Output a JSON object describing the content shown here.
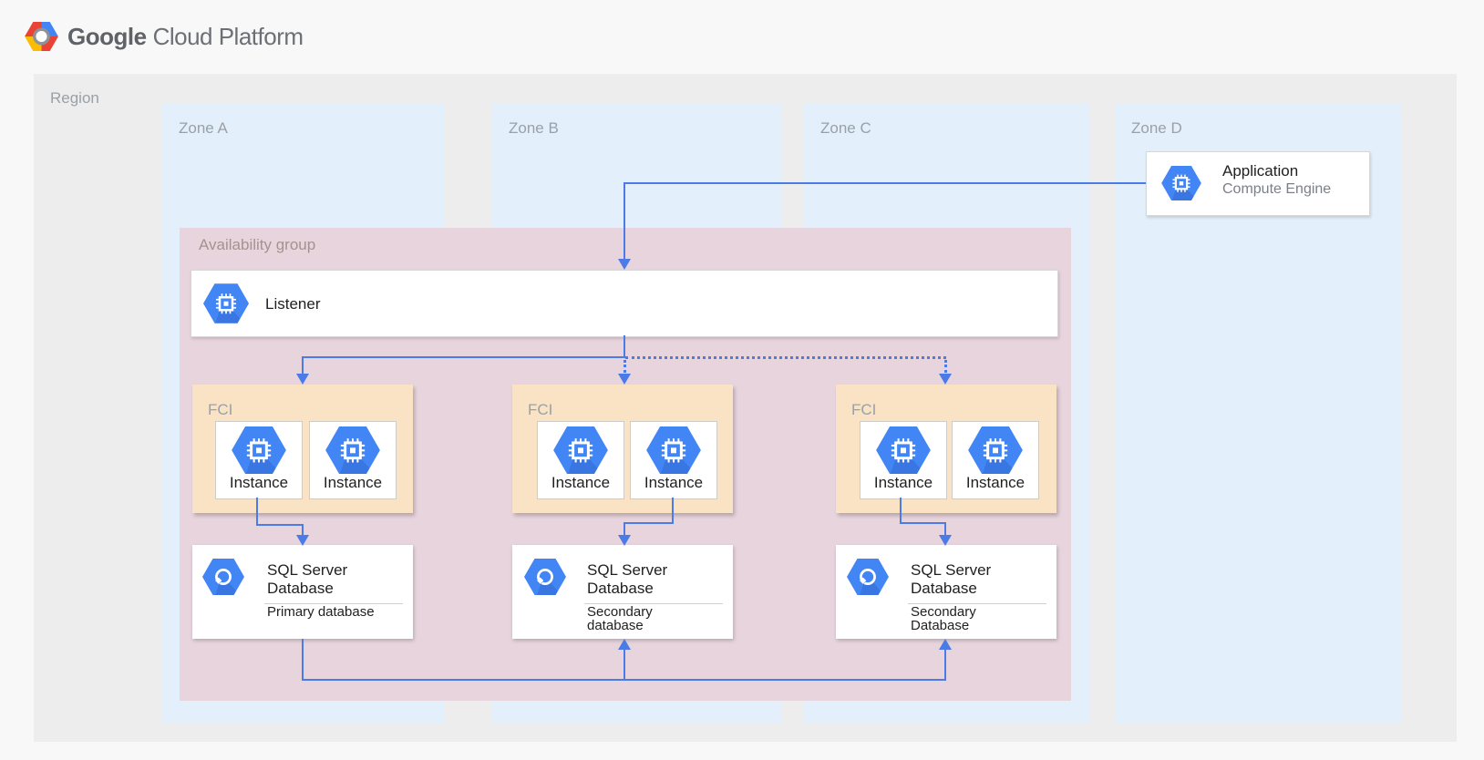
{
  "header": {
    "brand_primary": "Google",
    "brand_secondary": "Cloud Platform"
  },
  "region": {
    "label": "Region"
  },
  "zones": [
    {
      "label": "Zone A"
    },
    {
      "label": "Zone B"
    },
    {
      "label": "Zone C"
    },
    {
      "label": "Zone D"
    }
  ],
  "application": {
    "title": "Application",
    "subtitle": "Compute Engine"
  },
  "availability_group": {
    "label": "Availability group"
  },
  "listener": {
    "label": "Listener"
  },
  "fci_groups": [
    {
      "label": "FCI",
      "instances": [
        "Instance",
        "Instance"
      ]
    },
    {
      "label": "FCI",
      "instances": [
        "Instance",
        "Instance"
      ]
    },
    {
      "label": "FCI",
      "instances": [
        "Instance",
        "Instance"
      ]
    }
  ],
  "databases": [
    {
      "title_line1": "SQL Server",
      "title_line2": "Database",
      "subtitle_line1": "Primary database",
      "subtitle_line2": ""
    },
    {
      "title_line1": "SQL Server",
      "title_line2": "Database",
      "subtitle_line1": "Secondary",
      "subtitle_line2": "database"
    },
    {
      "title_line1": "SQL Server",
      "title_line2": "Database",
      "subtitle_line1": "Secondary",
      "subtitle_line2": "Database"
    }
  ],
  "colors": {
    "arrow_blue": "#4a7be6",
    "icon_blue": "#4285f4",
    "zone_fill": "#e3f0fb",
    "region_fill": "#ededed",
    "availability_fill": "#e8d4dd",
    "fci_fill": "#fae3c5"
  }
}
